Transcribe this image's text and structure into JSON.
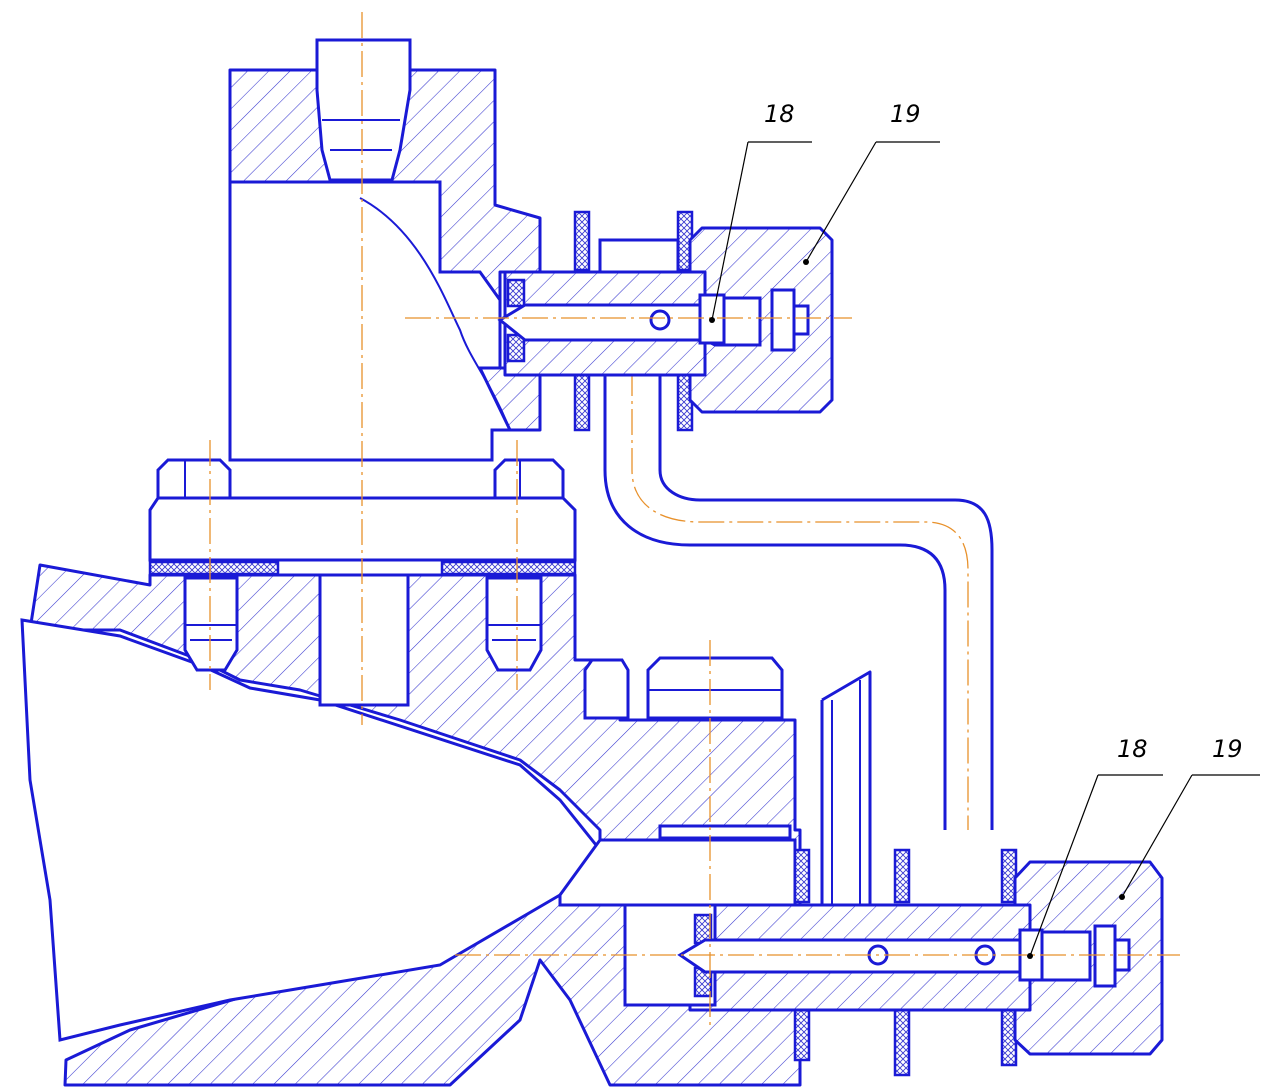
{
  "callouts": [
    {
      "id": "upper-18",
      "label": "18"
    },
    {
      "id": "upper-19",
      "label": "19"
    },
    {
      "id": "lower-18",
      "label": "18"
    },
    {
      "id": "lower-19",
      "label": "19"
    }
  ],
  "colors": {
    "outline": "#1a1ad6",
    "centerline": "#e8912b",
    "leader": "#000000"
  }
}
